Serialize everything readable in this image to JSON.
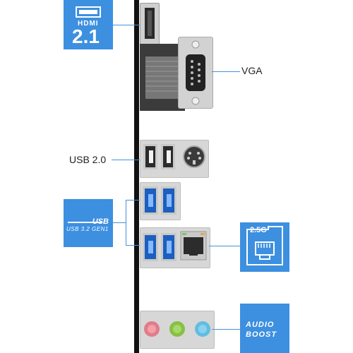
{
  "labels": {
    "vga": "VGA",
    "usb20": "USB 2.0"
  },
  "badges": {
    "hdmi": {
      "top": "HDMI",
      "bottom": "2.1"
    },
    "usb32": {
      "top": "USB",
      "bottom": "USB 3.2 GEN1"
    },
    "lan": {
      "text": "2.5G"
    },
    "audio": {
      "line1": "AUDIO",
      "line2": "BOOST"
    }
  },
  "colors": {
    "badge_blue": "#3d8fe0",
    "line_blue": "#4a90d9",
    "usb3_blue": "#1b5fbf",
    "audio_pink": "#f3a0a8",
    "audio_green": "#a6d86a",
    "audio_blue": "#8ad2f0"
  },
  "icons": {
    "hdmi": "hdmi-port-icon",
    "vga": "vga-port-icon",
    "ps2": "ps2-port-icon",
    "lan": "ethernet-port-icon",
    "audio": "audio-jack-icon"
  }
}
